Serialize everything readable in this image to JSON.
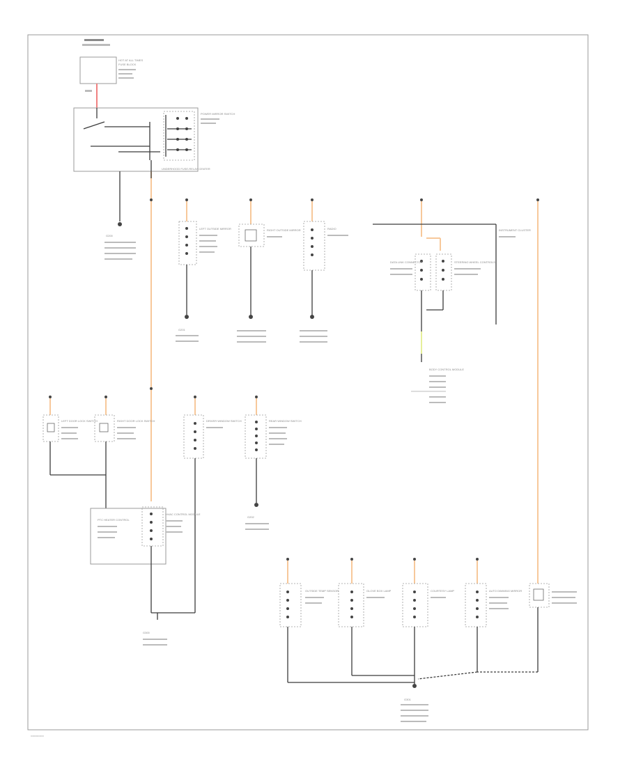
{
  "diagram": {
    "footer_code": "▭▭▭▭▭",
    "labels": {
      "hot_at_all_times": "HOT AT ALL TIMES",
      "fuse_block": "FUSE BLOCK",
      "underhood_fuse": "UNDERHOOD FUSE-RELAY CENTER",
      "power_mirror_switch": "POWER MIRROR SWITCH",
      "left_mirror": "LEFT OUTSIDE MIRROR",
      "right_mirror": "RIGHT OUTSIDE MIRROR",
      "radio": "RADIO",
      "instrument_cluster": "INSTRUMENT CLUSTER",
      "data_link": "DATA LINK CONNECTOR",
      "steering_controls": "STEERING WHEEL CONTROLS",
      "body_control_module": "BODY CONTROL MODULE",
      "left_door_lock": "LEFT DOOR LOCK SWITCH",
      "right_door_lock": "RIGHT DOOR LOCK SWITCH",
      "driver_window": "DRIVER WINDOW SWITCH",
      "rear_window": "REAR WINDOW SWITCH",
      "ptc_heater": "PTC HEATER CONTROL",
      "hvac_module": "HVAC CONTROL MODULE",
      "outside_temp": "OUTSIDE TEMP SENSOR",
      "glove_box": "GLOVE BOX LAMP",
      "courtesy_lamp": "COURTESY LAMP",
      "auto_dimming_mirror": "AUTO DIMMING MIRROR",
      "ground_g200": "G200",
      "ground_g201": "G201",
      "ground_g202": "G202",
      "ground_g300": "G300",
      "ground_g301": "G301",
      "ground_g302": "G302"
    }
  }
}
